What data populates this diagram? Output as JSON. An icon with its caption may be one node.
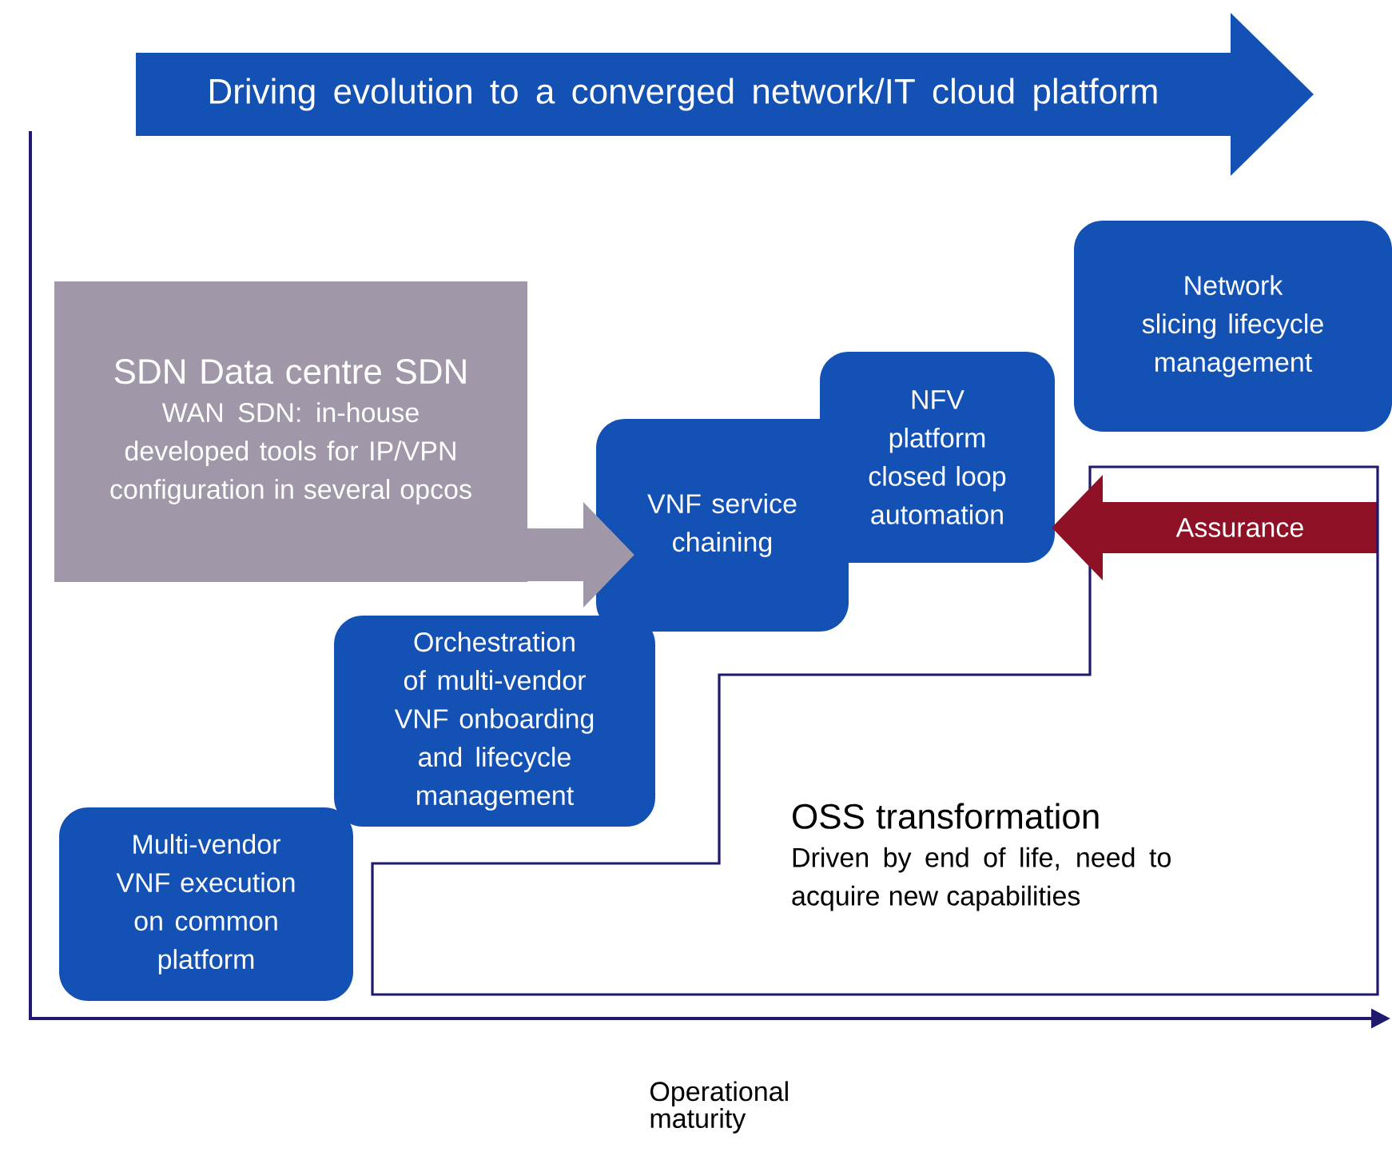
{
  "diagram": {
    "nodes": [
      {
        "text": [
          "Driving evolution to a converged network/IT cloud platform"
        ]
      },
      {
        "text": [
          "SDN Data centre SDN",
          "WAN SDN: in-house developed tools for IP/VPN configuration in several opcos"
        ]
      },
      {
        "text": [
          "VNF service chaining"
        ]
      },
      {
        "text": [
          "NFV platform closed loop automation"
        ]
      },
      {
        "text": [
          "Network slicing lifecycle management"
        ]
      },
      {
        "text": [
          "Orchestration of multi-vendor VNF onboarding and lifecycle management"
        ]
      },
      {
        "text": [
          "Multi-vendor VNF execution on common platform"
        ]
      },
      {
        "text": [
          "Assurance"
        ],
        "in": 8
      },
      {
        "text": [
          "OSS transformation",
          "Driven by end of life, need to acquire new capabilities"
        ]
      }
    ],
    "edges": [
      {
        "from": 1,
        "to": 2,
        "arrow": "to",
        "color": "#a098a8"
      },
      {
        "from": 7,
        "to": 3,
        "arrow": "to",
        "color": "#8e1126"
      }
    ],
    "labels": [
      "Operational maturity"
    ]
  }
}
